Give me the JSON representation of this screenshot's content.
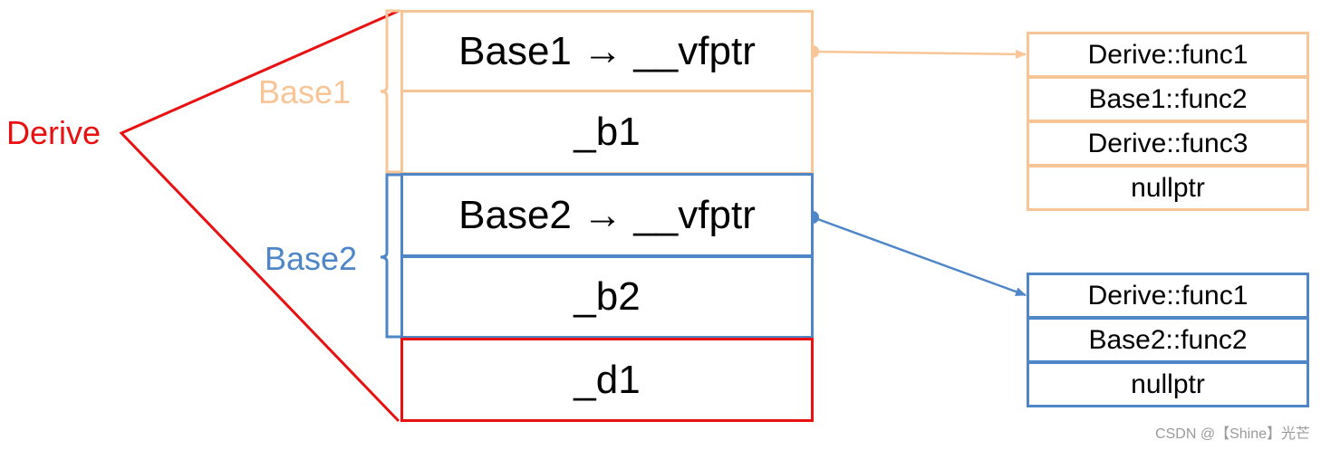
{
  "colors": {
    "derive": "#e81010",
    "base1": "#f8c597",
    "base2": "#4e86c8",
    "text": "#000000",
    "watermark": "#9a9a9a"
  },
  "labels": {
    "derive": "Derive",
    "base1": "Base1",
    "base2": "Base2"
  },
  "object_layout": [
    {
      "id": "base1-vfptr",
      "text": "Base1 → __vfptr",
      "group": "base1"
    },
    {
      "id": "b1",
      "text": "_b1",
      "group": "base1"
    },
    {
      "id": "base2-vfptr",
      "text": "Base2 → __vfptr",
      "group": "base2"
    },
    {
      "id": "b2",
      "text": "_b2",
      "group": "base2"
    },
    {
      "id": "d1",
      "text": "_d1",
      "group": "derive"
    }
  ],
  "vtable1": [
    "Derive::func1",
    "Base1::func2",
    "Derive::func3",
    "nullptr"
  ],
  "vtable2": [
    "Derive::func1",
    "Base2::func2",
    "nullptr"
  ],
  "watermark": "CSDN @【Shine】光芒"
}
